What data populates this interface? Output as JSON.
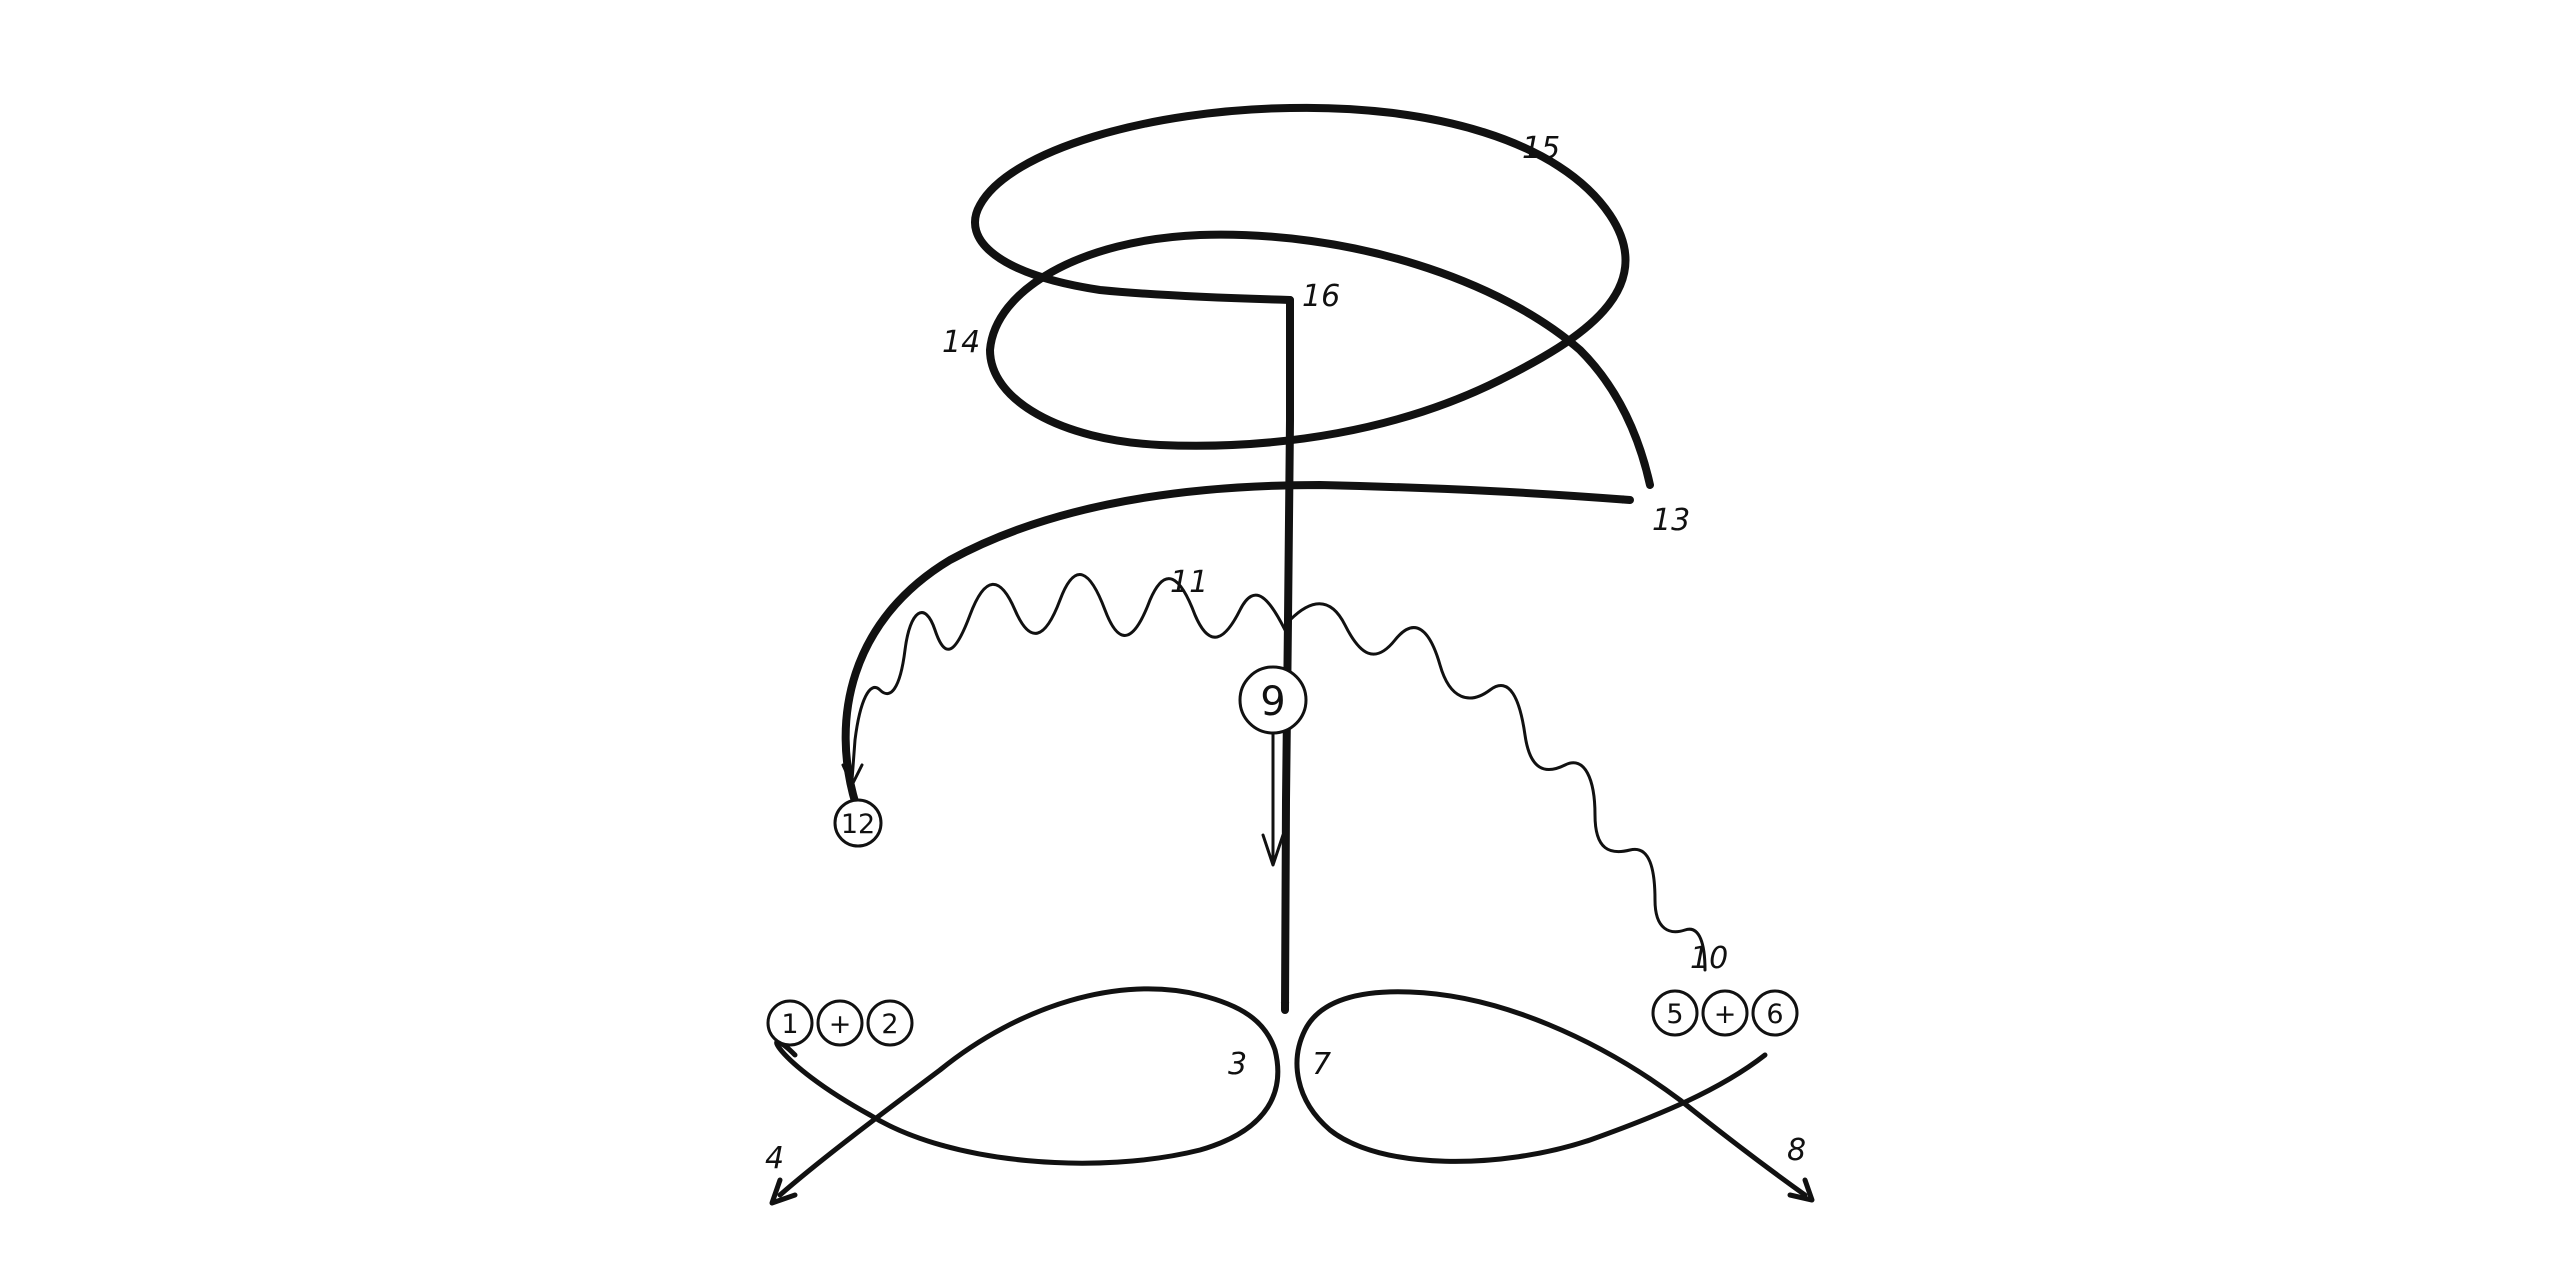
{
  "labels": {
    "n1": "1",
    "n2": "2",
    "plus_left": "+",
    "n3": "3",
    "n4": "4",
    "n5": "5",
    "n6": "6",
    "plus_right": "+",
    "n7": "7",
    "n8": "8",
    "n9": "9",
    "n10": "10",
    "n11": "11",
    "n12": "12",
    "n13": "13",
    "n14": "14",
    "n15": "15",
    "n16": "16"
  },
  "colors": {
    "ink": "#111111",
    "background": "#ffffff"
  }
}
